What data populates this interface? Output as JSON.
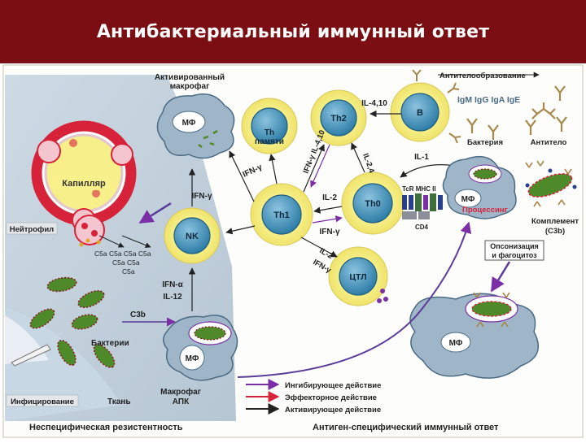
{
  "slide_title": "Антибактериальный иммунный ответ",
  "labels": {
    "activated_macrophage": [
      "Активированный",
      "макрофаг"
    ],
    "mf": "МФ",
    "th_memory": [
      "Th",
      "памяти"
    ],
    "th2": "Th2",
    "b": "B",
    "antibody_formation": "Антителообразование",
    "ig_classes": "IgM IgG IgA IgE",
    "il_4_10": "IL-4,10",
    "il_1": "IL-1",
    "il_2_4": "IL-2,4",
    "ifn_gamma_il_4_10": "IFN-γ IL-4,10",
    "ifn_gamma": "IFN-γ",
    "il_2": "IL-2",
    "th1": "Th1",
    "th0": "Th0",
    "tcr_mhc": "TcR MHC II",
    "cd4": "CD4",
    "processing": "Процессинг",
    "bacterium": "Бактерия",
    "antibody": "Антитело",
    "complement": [
      "Комплемент",
      "(C3b)"
    ],
    "opsonization": [
      "Опсонизация",
      "и фагоцитоз"
    ],
    "capillary": "Капилляр",
    "neutrophil": "Нейтрофил",
    "nk": "NK",
    "ctl": "ЦТЛ",
    "c5a_rows": [
      "C5a C5a C5a C5a",
      "C5a C5a",
      "C5a"
    ],
    "ifn_alpha": "IFN-α",
    "il_12": "IL-12",
    "c3b": "C3b",
    "bacteria": "Бактерии",
    "infection": "Инфицирование",
    "tissue": "Ткань",
    "macrophage_apc": [
      "Макрофаг",
      "АПК"
    ],
    "nonspecific": "Неспецифическая резистентность",
    "antigen_specific": "Антиген-специфический иммунный ответ"
  },
  "legend": [
    {
      "label": "Ингибирующее действие",
      "color": "#7b2fa6"
    },
    {
      "label": "Эффекторное действие",
      "color": "#d6233a"
    },
    {
      "label": "Активирующее действие",
      "color": "#222222"
    }
  ],
  "colors": {
    "title_bg": "#7a0e12",
    "cell_halo": "#f7ef8a",
    "cell_core": "#3f8fb8",
    "tissue_gray": "#b9cbd8",
    "bacterium": "#4f8a2a",
    "capillary": "#d6233a",
    "inhibit": "#7b2fa6",
    "effector": "#d6233a",
    "activate": "#222222"
  }
}
